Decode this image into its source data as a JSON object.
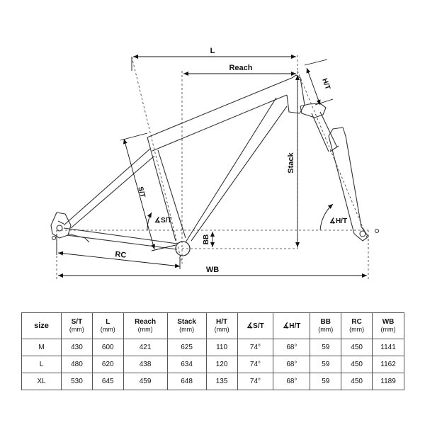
{
  "diagram": {
    "dimension_labels": {
      "l": "L",
      "reach": "Reach",
      "ht": "H/T",
      "stack": "Stack",
      "st": "S/T",
      "st_angle": "∡S/T",
      "ht_angle": "∡H/T",
      "bb": "BB",
      "rc": "RC",
      "wb": "WB"
    }
  },
  "table": {
    "headers": [
      {
        "label": "size",
        "unit": ""
      },
      {
        "label": "S/T",
        "unit": "(mm)"
      },
      {
        "label": "L",
        "unit": "(mm)"
      },
      {
        "label": "Reach",
        "unit": "(mm)"
      },
      {
        "label": "Stack",
        "unit": "(mm)"
      },
      {
        "label": "H/T",
        "unit": "(mm)"
      },
      {
        "label": "∡S/T",
        "unit": ""
      },
      {
        "label": "∡H/T",
        "unit": ""
      },
      {
        "label": "BB",
        "unit": "(mm)"
      },
      {
        "label": "RC",
        "unit": "(mm)"
      },
      {
        "label": "WB",
        "unit": "(mm)"
      }
    ],
    "rows": [
      [
        "M",
        "430",
        "600",
        "421",
        "625",
        "110",
        "74°",
        "68°",
        "59",
        "450",
        "1141"
      ],
      [
        "L",
        "480",
        "620",
        "438",
        "634",
        "120",
        "74°",
        "68°",
        "59",
        "450",
        "1162"
      ],
      [
        "XL",
        "530",
        "645",
        "459",
        "648",
        "135",
        "74°",
        "68°",
        "59",
        "450",
        "1189"
      ]
    ]
  }
}
